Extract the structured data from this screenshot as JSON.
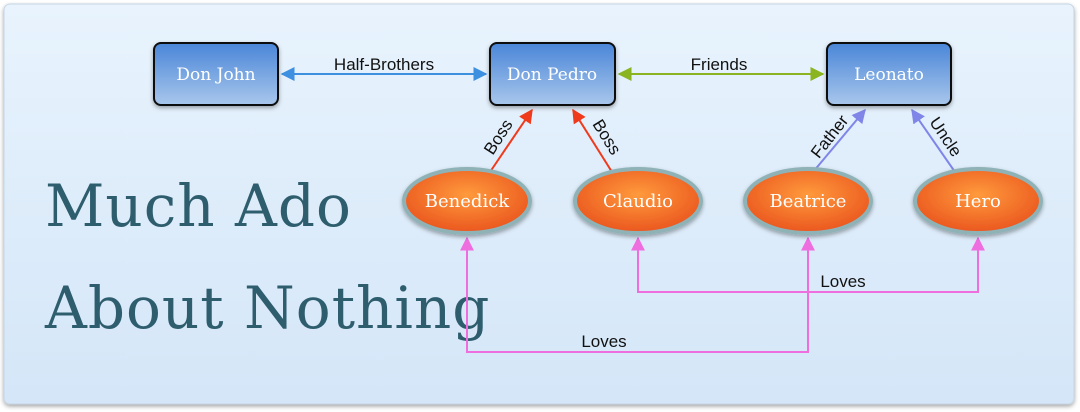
{
  "title": {
    "line1": "Much Ado",
    "line2": "About Nothing"
  },
  "colors": {
    "background_top": "#e8f3fd",
    "background_bottom": "#d4e6f8",
    "box_top": "#4a86d8",
    "box_bottom": "#a9c7ec",
    "oval_center": "#ff9a3c",
    "oval_edge": "#e8501c",
    "oval_border": "#8fb2b7",
    "half_brothers": "#3d8fe0",
    "friends": "#8ab420",
    "boss": "#f03a1c",
    "family": "#7f86e8",
    "loves": "#ee6ee0",
    "title": "#2e5e6e"
  },
  "nodes": {
    "don_john": "Don John",
    "don_pedro": "Don Pedro",
    "leonato": "Leonato",
    "benedick": "Benedick",
    "claudio": "Claudio",
    "beatrice": "Beatrice",
    "hero": "Hero"
  },
  "edges": {
    "half_brothers": "Half-Brothers",
    "friends": "Friends",
    "boss_benedick": "Boss",
    "boss_claudio": "Boss",
    "father": "Father",
    "uncle": "Uncle",
    "loves_upper": "Loves",
    "loves_lower": "Loves"
  }
}
